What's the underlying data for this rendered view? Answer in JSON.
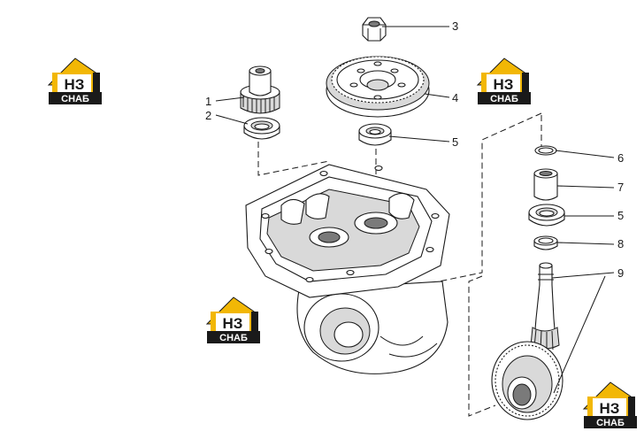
{
  "callouts": [
    {
      "label": "1"
    },
    {
      "label": "2"
    },
    {
      "label": "3"
    },
    {
      "label": "4"
    },
    {
      "label": "5"
    },
    {
      "label": "6"
    },
    {
      "label": "7"
    },
    {
      "label": "5"
    },
    {
      "label": "8"
    },
    {
      "label": "9"
    }
  ],
  "watermark": {
    "mark": "НЗ",
    "text": "СНАБ",
    "colors": {
      "roof": "#f2b705",
      "body": "#1a1a1a",
      "text": "#ffffff"
    }
  }
}
